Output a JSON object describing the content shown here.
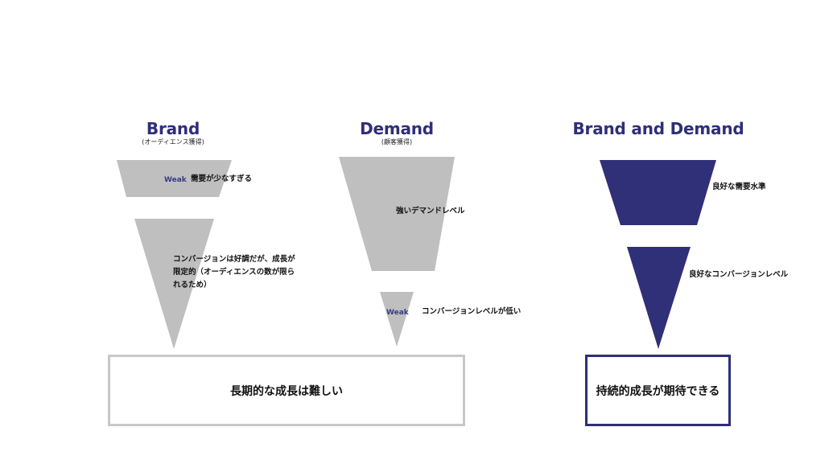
{
  "colors": {
    "gray": "#bfbfbf",
    "navy": "#303078",
    "text": "#111111"
  },
  "brand": {
    "title": "Brand",
    "subtitle": "(オーディエンス獲得)",
    "weak": "Weak",
    "top_label": "需要が少なすぎる",
    "bottom_label_lines": [
      "コンバージョンは好調だが、成長が",
      "限定的（オーディエンスの数が限ら",
      "れるため）"
    ],
    "result": "長期的な成長は難しい"
  },
  "demand": {
    "title": "Demand",
    "subtitle": "(顧客獲得)",
    "weak": "Weak",
    "top_label": "強いデマンドレベル",
    "bottom_label": "コンバージョンレベルが低い"
  },
  "brand_and_demand": {
    "title": "Brand and Demand",
    "top_label": "良好な需要水準",
    "bottom_label": "良好なコンバージョンレベル",
    "result": "持続的成長が期待できる"
  }
}
